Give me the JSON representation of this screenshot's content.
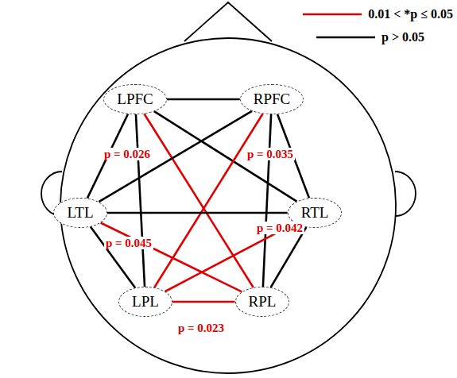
{
  "diagram": {
    "nodes": [
      {
        "text": [
          "LPFC"
        ]
      },
      {
        "text": [
          "RPFC"
        ]
      },
      {
        "text": [
          "LTL"
        ]
      },
      {
        "text": [
          "RTL"
        ]
      },
      {
        "text": [
          "LPL"
        ]
      },
      {
        "text": [
          "RPL"
        ]
      }
    ],
    "edges": [
      {
        "from": 0,
        "to": 1,
        "arrow": "none"
      },
      {
        "from": 0,
        "to": 2,
        "arrow": "none"
      },
      {
        "from": 0,
        "to": 3,
        "arrow": "none"
      },
      {
        "from": 0,
        "to": 4,
        "arrow": "none"
      },
      {
        "from": 0,
        "to": 5,
        "arrow": "none",
        "label": "p = 0.026"
      },
      {
        "from": 1,
        "to": 3,
        "arrow": "none"
      },
      {
        "from": 1,
        "to": 2,
        "arrow": "none"
      },
      {
        "from": 1,
        "to": 4,
        "arrow": "none",
        "label": "p = 0.035"
      },
      {
        "from": 1,
        "to": 5,
        "arrow": "none"
      },
      {
        "from": 2,
        "to": 3,
        "arrow": "none"
      },
      {
        "from": 2,
        "to": 4,
        "arrow": "none"
      },
      {
        "from": 2,
        "to": 5,
        "arrow": "none",
        "label": "p = 0.045"
      },
      {
        "from": 3,
        "to": 4,
        "arrow": "none",
        "label": "p = 0.042"
      },
      {
        "from": 3,
        "to": 5,
        "arrow": "none"
      },
      {
        "from": 4,
        "to": 5,
        "arrow": "none",
        "label": "p = 0.023"
      }
    ],
    "legend": [
      {
        "text": "0.01 < *p ≤ 0.05"
      },
      {
        "text": "p > 0.05"
      }
    ]
  }
}
